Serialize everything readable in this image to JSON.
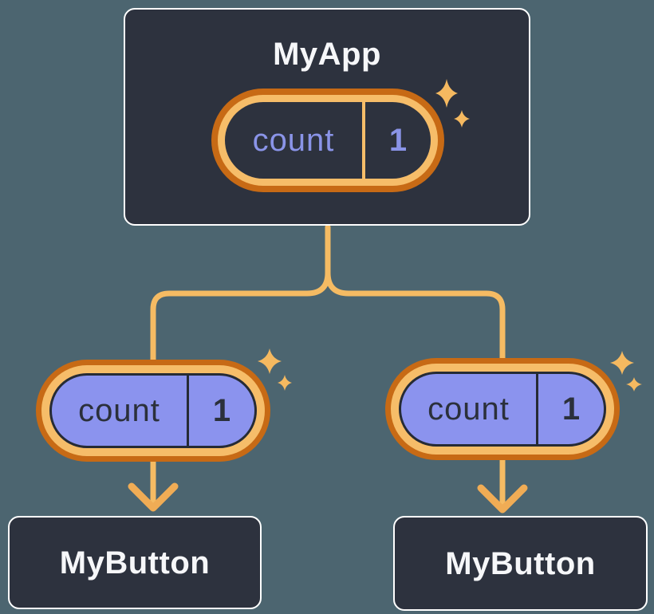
{
  "diagram": {
    "root": {
      "title": "MyApp",
      "state": {
        "label": "count",
        "value": "1"
      }
    },
    "children": [
      {
        "title": "MyButton",
        "prop": {
          "label": "count",
          "value": "1"
        }
      },
      {
        "title": "MyButton",
        "prop": {
          "label": "count",
          "value": "1"
        }
      }
    ]
  },
  "icons": {
    "sparkle": "four-point-star",
    "arrowhead": "chevron-down"
  },
  "theme": {
    "colors": {
      "canvas-bg": "#4C6570",
      "node-bg": "#2D323E",
      "node-border": "#FFFFFF",
      "node-text": "#F6F7F9",
      "state-text": "#8A94E8",
      "prop-bg": "#8B93EE",
      "prop-border": "#262B35",
      "prop-text": "#2B303B",
      "ring-outer": "#C76A15",
      "ring-inner": "#F6BD69",
      "connector": "#F5BB63",
      "arrow": "#F0AC55",
      "sparkle": "#F5B960"
    }
  }
}
